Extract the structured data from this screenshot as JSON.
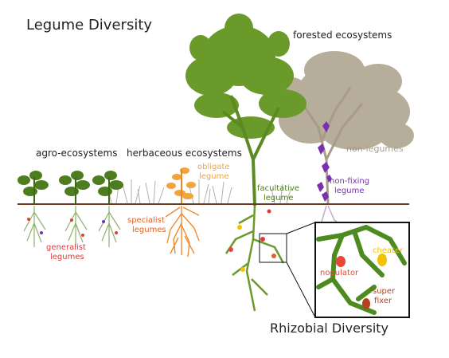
{
  "title": "Legume Diversity",
  "subtitle": "Rhizobial Diversity",
  "ecosystems": {
    "agro": "agro-ecosystems",
    "herbaceous": "herbaceous ecosystems",
    "forested": "forested ecosystems"
  },
  "labels": {
    "obligate_1": "obligate",
    "obligate_2": "legume",
    "facultative_1": "facultative",
    "facultative_2": "legume",
    "nonlegumes": "non-legumes",
    "nonfixing_1": "non-fixing",
    "nonfixing_2": "legume",
    "specialist_1": "specialist",
    "specialist_2": "legumes",
    "generalist_1": "generalist",
    "generalist_2": "legumes",
    "cheater": "cheater",
    "nodulator": "nodulator",
    "super_1": "super",
    "super_2": "fixer"
  },
  "colors": {
    "legume_green": "#6a9a2a",
    "crop_green": "#4d7d1f",
    "soil_line": "#6b3a22",
    "nonlegume_tan": "#b7ad9b",
    "nonfixing_purple": "#7a2fb0",
    "specialist_orange": "#e0622a",
    "obligate_orange": "#f2a33b",
    "generalist_red": "#e23a3a",
    "cheater_yellow": "#f2c200",
    "nodulator_red": "#e8473a",
    "superfixer_brown": "#b2441f",
    "title_black": "#222222"
  }
}
